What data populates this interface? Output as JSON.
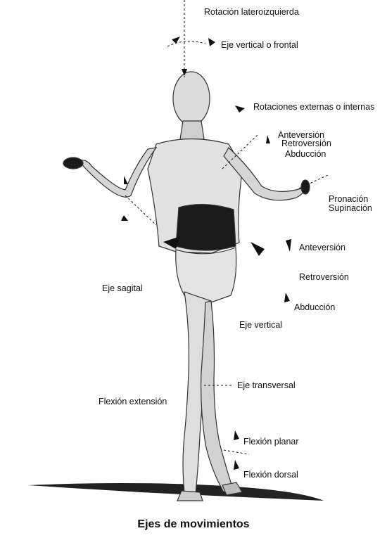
{
  "labels": {
    "rotacion_latero": "Rotación lateroizquierda",
    "eje_vertical_frontal": "Eje vertical o frontal",
    "rotaciones_ext_int": "Rotaciones externas o internas",
    "anteversion_upper": "Anteversión",
    "retroversion_upper": "Retroversión",
    "abduccion_upper": "Abducción",
    "pronacion": "Pronación",
    "supinacion": "Supinación",
    "anteversion_lower": "Anteversión",
    "retroversion_lower": "Retroversión",
    "abduccion_lower": "Abducción",
    "eje_sagital": "Eje sagital",
    "eje_vertical": "Eje vertical",
    "eje_transversal": "Eje transversal",
    "flexion_extension": "Flexión extensión",
    "flexion_planar": "Flexión planar",
    "flexion_dorsal": "Flexión dorsal"
  },
  "caption": "Ejes de movimientos",
  "colors": {
    "ink": "#111111",
    "skin": "#e6e6e6",
    "shade": "#8a8a8a",
    "dark": "#1a1a1a"
  }
}
